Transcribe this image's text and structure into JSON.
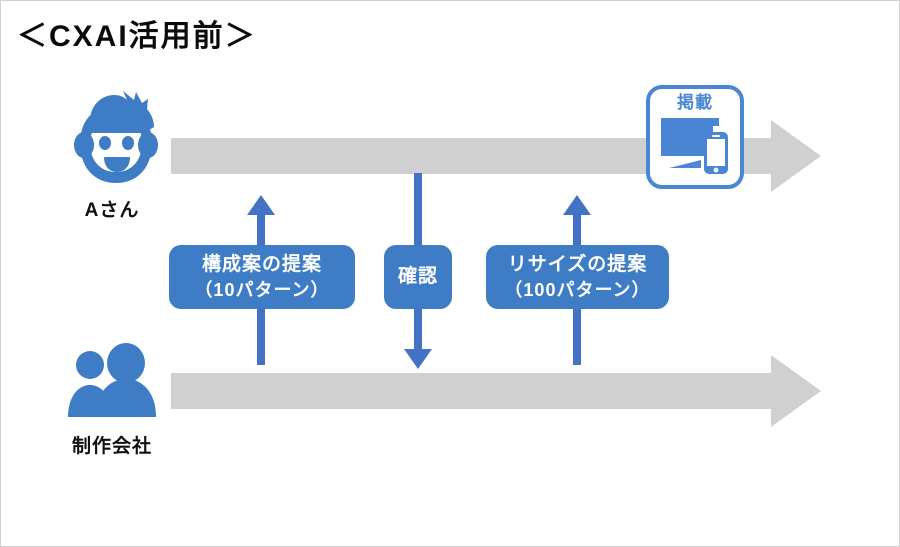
{
  "slide": {
    "title": "＜CXAI活用前＞",
    "background_color": "#ffffff",
    "border_color": "#d2d2d2"
  },
  "colors": {
    "lane_grey": "#d0d0d0",
    "accent_blue": "#3f7cc6",
    "icon_blue": "#4a86d4",
    "connector_blue": "#4472c4",
    "text_dark": "#101010",
    "box_text": "#ffffff"
  },
  "actors": [
    {
      "id": "person",
      "name": "Aさん",
      "icon": "boy-face-icon",
      "lane": "top"
    },
    {
      "id": "company",
      "name": "制作会社",
      "icon": "two-people-icon",
      "lane": "bottom"
    }
  ],
  "lanes": [
    {
      "id": "lane-top",
      "owner": "Aさん",
      "shape": "right-arrow",
      "color": "#d0d0d0"
    },
    {
      "id": "lane-bottom",
      "owner": "制作会社",
      "shape": "right-arrow",
      "color": "#d0d0d0"
    }
  ],
  "messages": [
    {
      "id": "plan",
      "line1": "構成案の提案",
      "line2": "（10パターン）",
      "direction": "bottom-to-top",
      "up_arrowhead": true,
      "down_arrowhead": false
    },
    {
      "id": "check",
      "line1": "確認",
      "line2": "",
      "direction": "top-to-bottom",
      "up_arrowhead": false,
      "down_arrowhead": true
    },
    {
      "id": "resize",
      "line1": "リサイズの提案",
      "line2": "（100パターン）",
      "direction": "bottom-to-top",
      "up_arrowhead": true,
      "down_arrowhead": false
    }
  ],
  "publish": {
    "label": "掲載",
    "icon": "monitor-and-smartphone-icon",
    "border_color": "#4a86d4"
  }
}
